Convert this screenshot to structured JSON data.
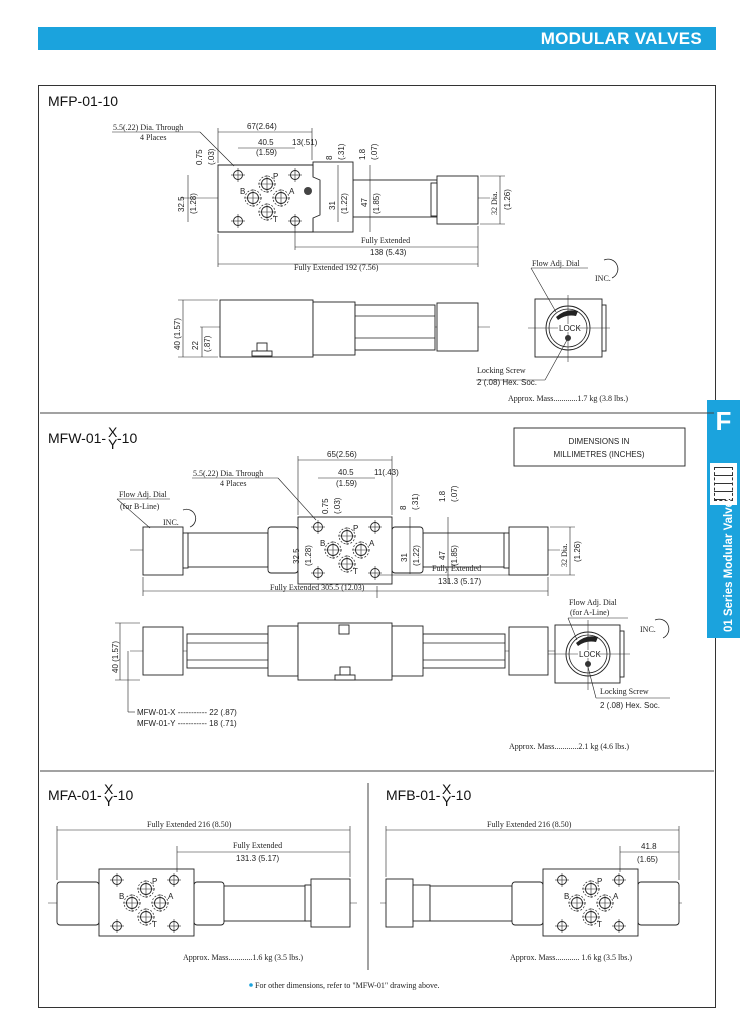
{
  "header": {
    "title": "MODULAR VALVES",
    "accent_color": "#1ba3dd"
  },
  "side_tab": {
    "letter": "F",
    "label": "01 Series Modular Valves"
  },
  "units_note": {
    "line1": "DIMENSIONS IN",
    "line2": "MILLIMETRES (INCHES)"
  },
  "mfp": {
    "title": "MFP-01-10",
    "hole_note": "5.5(.22) Dia. Through",
    "hole_places": "4 Places",
    "dim_67": "67(2.64)",
    "dim_40_5": "40.5",
    "dim_40_5_in": "(1.59)",
    "dim_13": "13(.51)",
    "dim_0_75": "0.75",
    "dim_0_75_in": "(.03)",
    "dim_32_5": "32.5",
    "dim_32_5_in": "(1.28)",
    "dim_8": "8",
    "dim_8_in": "(.31)",
    "dim_1_8": "1.8",
    "dim_1_8_in": "(.07)",
    "dim_31": "31",
    "dim_31_in": "(1.22)",
    "dim_47": "47",
    "dim_47_in": "(1.85)",
    "dim_32dia": "32 Dia.",
    "dim_32dia_in": "(1.26)",
    "fully_ext": "Fully Extended",
    "dim_138": "138 (5.43)",
    "dim_192": "Fully Extended 192 (7.56)",
    "dim_40": "40 (1.57)",
    "dim_22": "22",
    "dim_22_in": "(.87)",
    "flow_dial": "Flow Adj. Dial",
    "inc": "INC.",
    "lock": "LOCK",
    "locking_screw": "Locking Screw",
    "hex": "2 (.08) Hex. Soc.",
    "mass": "Approx. Mass............1.7 kg (3.8 lbs.)",
    "ports": [
      "P",
      "B",
      "A",
      "T"
    ]
  },
  "mfw": {
    "title_prefix": "MFW-01-",
    "title_x": "X",
    "title_y": "Y",
    "title_suffix": "-10",
    "hole_note": "5.5(.22) Dia. Through",
    "hole_places": "4 Places",
    "dim_65": "65(2.56)",
    "dim_40_5": "40.5",
    "dim_40_5_in": "(1.59)",
    "dim_11": "11(.43)",
    "dim_0_75": "0.75",
    "dim_0_75_in": "(.03)",
    "dim_32_5": "32.5",
    "dim_32_5_in": "(1.28)",
    "dim_8": "8",
    "dim_8_in": "(.31)",
    "dim_1_8": "1.8",
    "dim_1_8_in": "(.07)",
    "dim_31": "31",
    "dim_31_in": "(1.22)",
    "dim_47": "47",
    "dim_47_in": "(1.85)",
    "dim_32dia": "32 Dia.",
    "dim_32dia_in": "(1.26)",
    "flow_dial_b": "Flow Adj. Dial",
    "for_b": "(for B-Line)",
    "flow_dial_a": "Flow Adj. Dial",
    "for_a": "(for A-Line)",
    "inc": "INC.",
    "lock": "LOCK",
    "fully_ext": "Fully Extended",
    "dim_131": "131.3 (5.17)",
    "dim_305": "Fully Extended 305.5 (12.03)",
    "dim_40": "40 (1.57)",
    "variant_x": "MFW-01-X ----------- 22 (.87)",
    "variant_y": "MFW-01-Y ----------- 18 (.71)",
    "locking_screw": "Locking Screw",
    "hex": "2 (.08) Hex. Soc.",
    "mass": "Approx. Mass............2.1 kg (4.6 lbs.)"
  },
  "mfa": {
    "title_prefix": "MFA-01-",
    "title_x": "X",
    "title_y": "Y",
    "title_suffix": "-10",
    "dim_216": "Fully Extended 216 (8.50)",
    "fully_ext": "Fully Extended",
    "dim_131": "131.3 (5.17)",
    "mass": "Approx. Mass............1.6 kg (3.5 lbs.)"
  },
  "mfb": {
    "title_prefix": "MFB-01-",
    "title_x": "X",
    "title_y": "Y",
    "title_suffix": "-10",
    "dim_216": "Fully Extended 216 (8.50)",
    "dim_41_8": "41.8",
    "dim_41_8_in": "(1.65)",
    "mass": "Approx. Mass............ 1.6 kg (3.5 lbs.)"
  },
  "footnote": "For other dimensions, refer to \"MFW-01\" drawing above."
}
